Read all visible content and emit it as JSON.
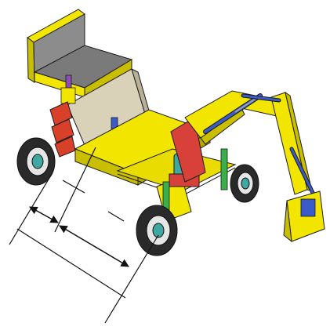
{
  "figure": {
    "description_visible_text": "",
    "colors": {
      "frame_yellow": "#F2E600",
      "frame_yellow_dark": "#C9BE00",
      "seat_gray": "#8C8C8C",
      "seat_gray_dark": "#5E5E5E",
      "cabin_beige": "#D9D2B8",
      "counterweight_red": "#D9402A",
      "hydraulic_blue": "#3A5BC8",
      "hydraulic_green": "#3AB04A",
      "swing_red": "#D8403A",
      "tire_dark": "#2A2A2A",
      "hub_teal": "#3FA8A0",
      "outline": "#1A1A1A",
      "dimension_line": "#111111"
    },
    "parts": [
      "seat-backrest",
      "seat-cushion",
      "operator-cabin",
      "counterweight",
      "chassis-frame",
      "front-left-wheel",
      "front-right-wheel",
      "rear-wheel",
      "boom",
      "arm",
      "bucket",
      "boom-cylinder",
      "arm-cylinder",
      "bucket-cylinder",
      "swing-base",
      "joystick"
    ],
    "dimension_arrows": [
      {
        "name": "short-offset-arrow",
        "kind": "double-headed"
      },
      {
        "name": "wheelbase-arrow",
        "kind": "double-headed"
      },
      {
        "name": "overall-length-line",
        "kind": "plain"
      }
    ]
  }
}
